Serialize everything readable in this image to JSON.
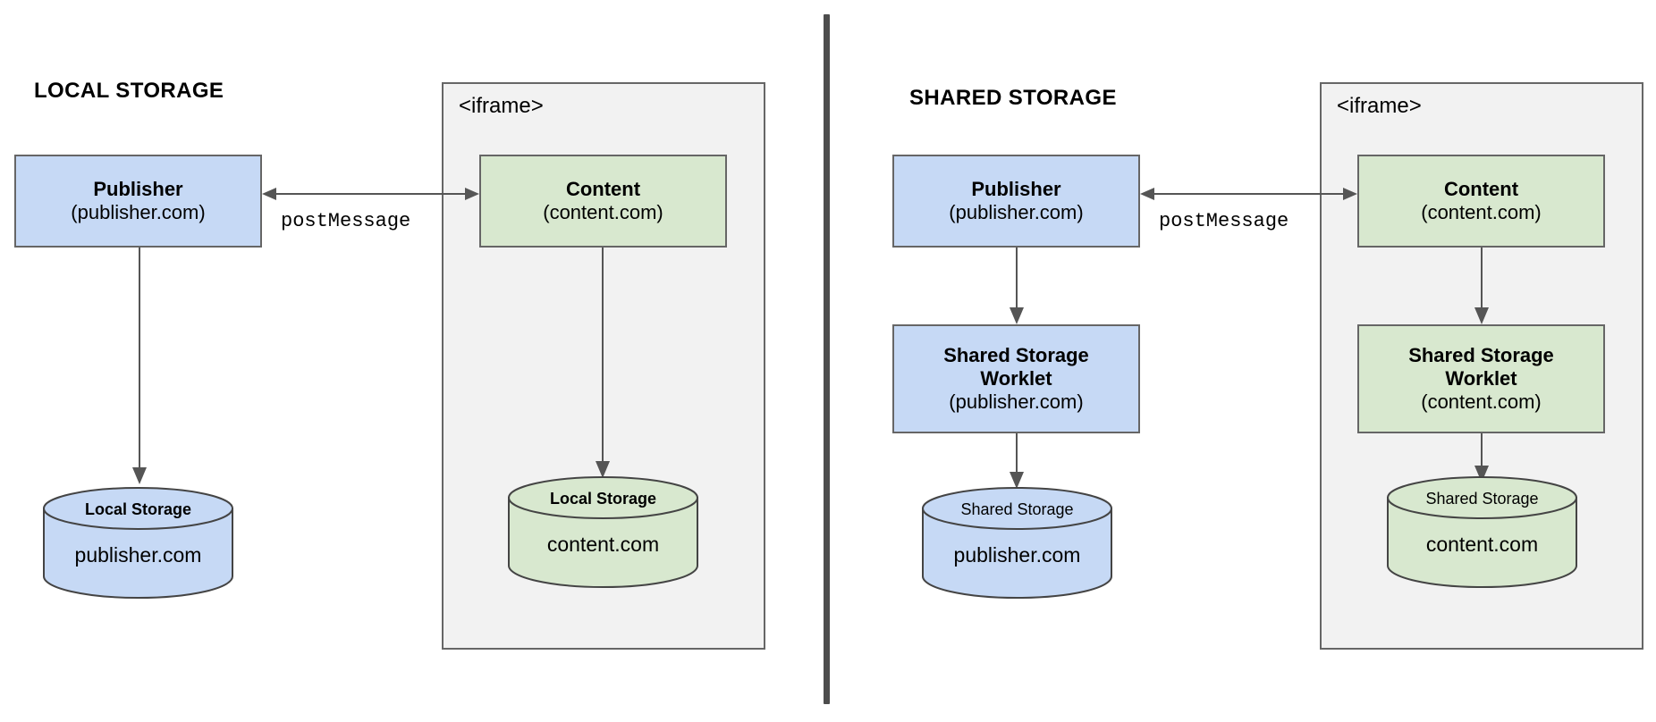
{
  "diagram": {
    "left_panel": {
      "title": "LOCAL STORAGE",
      "iframe_label": "<iframe>",
      "publisher": {
        "title": "Publisher",
        "subtitle": "(publisher.com)"
      },
      "content": {
        "title": "Content",
        "subtitle": "(content.com)"
      },
      "publisher_store": {
        "top_label": "Local Storage",
        "body_label": "publisher.com"
      },
      "content_store": {
        "top_label": "Local Storage",
        "body_label": "content.com"
      },
      "message_label": "postMessage"
    },
    "right_panel": {
      "title": "SHARED STORAGE",
      "iframe_label": "<iframe>",
      "publisher": {
        "title": "Publisher",
        "subtitle": "(publisher.com)"
      },
      "content": {
        "title": "Content",
        "subtitle": "(content.com)"
      },
      "publisher_worklet": {
        "title": "Shared Storage\nWorklet",
        "subtitle": "(publisher.com)"
      },
      "content_worklet": {
        "title": "Shared Storage\nWorklet",
        "subtitle": "(content.com)"
      },
      "publisher_store": {
        "top_label": "Shared Storage",
        "body_label": "publisher.com"
      },
      "content_store": {
        "top_label": "Shared Storage",
        "body_label": "content.com"
      },
      "message_label": "postMessage"
    },
    "colors": {
      "publisher_fill": "#c6d9f5",
      "content_fill": "#d8e8cf",
      "node_stroke": "#666666",
      "iframe_fill": "#f2f2f2",
      "connector_stroke": "#555555",
      "divider": "#4d4d4d",
      "background": "#ffffff"
    }
  }
}
